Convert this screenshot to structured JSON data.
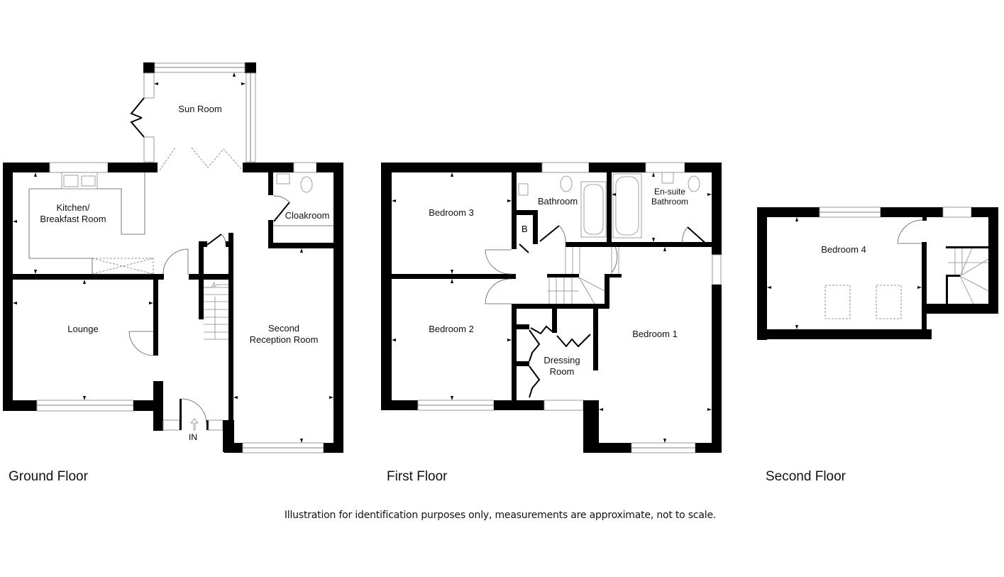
{
  "floors": [
    {
      "label": "Ground Floor",
      "rooms": [
        {
          "name": "Sun Room"
        },
        {
          "name": "Kitchen/\nBreakfast Room"
        },
        {
          "name": "Cloakroom"
        },
        {
          "name": "Lounge"
        },
        {
          "name": "Second\nReception Room"
        }
      ],
      "entrance_label": "IN"
    },
    {
      "label": "First Floor",
      "rooms": [
        {
          "name": "Bedroom 3"
        },
        {
          "name": "Bathroom"
        },
        {
          "name": "En-suite\nBathroom"
        },
        {
          "name": "Bedroom 2"
        },
        {
          "name": "Dressing\nRoom"
        },
        {
          "name": "Bedroom 1"
        }
      ],
      "boiler_label": "B"
    },
    {
      "label": "Second Floor",
      "rooms": [
        {
          "name": "Bedroom 4"
        }
      ]
    }
  ],
  "disclaimer": "Illustration for identification purposes only, measurements are approximate, not to scale.",
  "colors": {
    "wall": "#000000",
    "background": "#ffffff",
    "window_line": "#9a9a9a"
  }
}
